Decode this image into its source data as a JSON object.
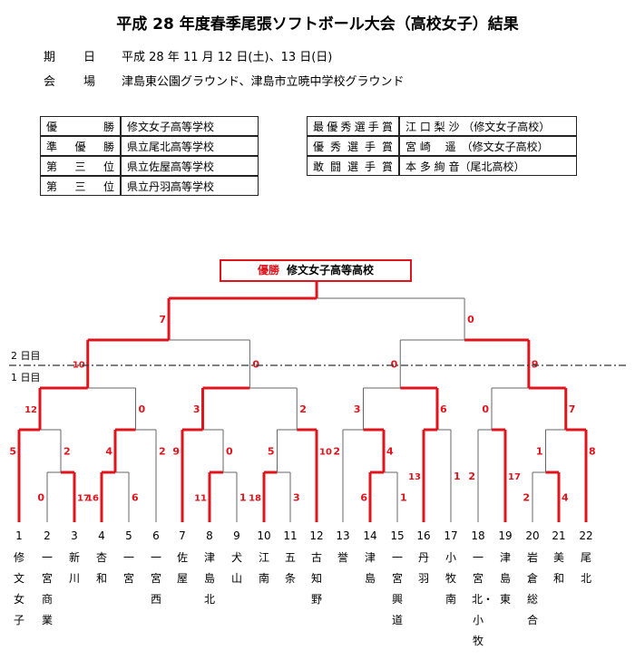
{
  "title": "平成 28 年度春季尾張ソフトボール大会（高校女子）結果",
  "date": {
    "label1": "期",
    "label2": "日",
    "value": "平成 28 年 11 月 12 日(土)、13 日(日)"
  },
  "venue": {
    "label1": "会",
    "label2": "場",
    "value": "津島東公園グラウンド、津島市立暁中学校グラウンド"
  },
  "results": [
    {
      "label": "優勝",
      "value": "修文女子高等学校"
    },
    {
      "label": "準優勝",
      "value": "県立尾北高等学校"
    },
    {
      "label": "第三位",
      "value": "県立佐屋高等学校"
    },
    {
      "label": "第三位",
      "value": "県立丹羽高等学校"
    }
  ],
  "awards": [
    {
      "label": "最優秀選手賞",
      "value": "江 口 梨 沙 （修文女子高校）"
    },
    {
      "label": "優秀選手賞",
      "value": "宮 崎　 遥　（修文女子高校）"
    },
    {
      "label": "敢闘選手賞",
      "value": "本 多 絢 音（尾北高校）"
    }
  ],
  "champion": {
    "label": "優勝",
    "team": "修文女子高等高校"
  },
  "day_labels": {
    "day2": "2 日目",
    "day1": "1 日目"
  },
  "colors": {
    "winner_line": "#e0141c",
    "loser_line": "#666666"
  },
  "teams": [
    {
      "num": "1",
      "name": "修文女子"
    },
    {
      "num": "2",
      "name": "一宮商業"
    },
    {
      "num": "3",
      "name": "新川"
    },
    {
      "num": "4",
      "name": "杏和"
    },
    {
      "num": "5",
      "name": "一宮"
    },
    {
      "num": "6",
      "name": "一宮西"
    },
    {
      "num": "7",
      "name": "佐屋"
    },
    {
      "num": "8",
      "name": "津島北"
    },
    {
      "num": "9",
      "name": "犬山"
    },
    {
      "num": "10",
      "name": "江南"
    },
    {
      "num": "11",
      "name": "五条"
    },
    {
      "num": "12",
      "name": "古知野"
    },
    {
      "num": "13",
      "name": "誉"
    },
    {
      "num": "14",
      "name": "津島"
    },
    {
      "num": "15",
      "name": "一宮興道"
    },
    {
      "num": "16",
      "name": "丹羽"
    },
    {
      "num": "17",
      "name": "小牧南"
    },
    {
      "num": "18",
      "name": "一宮北・小牧"
    },
    {
      "num": "19",
      "name": "津島東"
    },
    {
      "num": "20",
      "name": "岩倉総合"
    },
    {
      "num": "21",
      "name": "美和"
    },
    {
      "num": "22",
      "name": "尾北"
    }
  ],
  "scores": {
    "final": [
      "7",
      "0"
    ],
    "semi": [
      "10",
      "0",
      "0",
      "9"
    ],
    "qf": [
      "12",
      "0",
      "3",
      "2",
      "3",
      "6",
      "0",
      "7"
    ],
    "r2": [
      "5",
      "2",
      "4",
      "2",
      "9",
      "0",
      "5",
      "10",
      "2",
      "4",
      "13",
      "1",
      "2",
      "17",
      "1",
      "8"
    ],
    "r1": [
      "0",
      "17",
      "16",
      "6",
      "11",
      "1",
      "18",
      "3",
      "6",
      "1",
      "2",
      "4"
    ]
  }
}
